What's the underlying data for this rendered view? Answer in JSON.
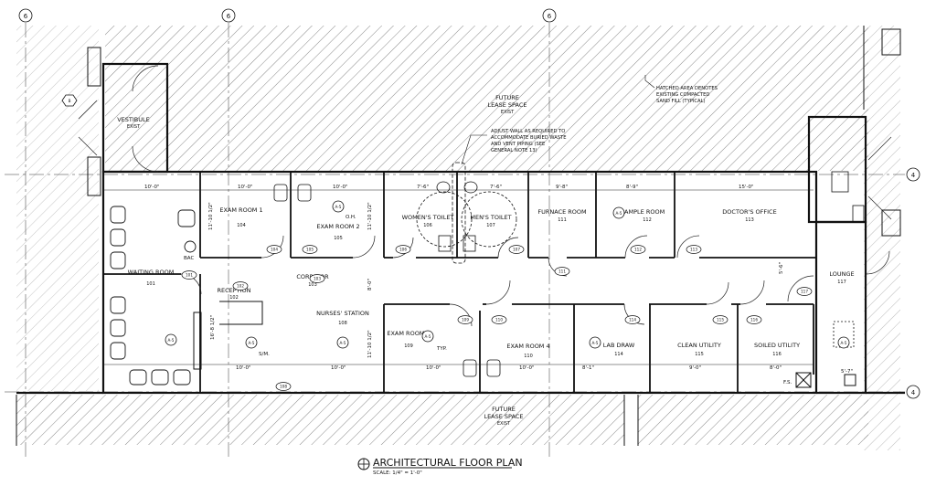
{
  "title": "ARCHITECTURAL FLOOR PLAN",
  "scale": "SCALE: 1/4\" = 1'-0\"",
  "grid": {
    "left": "6",
    "mid": "6",
    "right": "6",
    "row": "4"
  },
  "rooms": {
    "vestibule": {
      "label": "VESTIBULE",
      "num": "EXIST"
    },
    "exam1": {
      "label": "EXAM ROOM 1",
      "num": "104"
    },
    "exam2": {
      "label": "EXAM ROOM 2",
      "num": "105"
    },
    "womens": {
      "label": "WOMEN'S TOILET",
      "num": "106"
    },
    "mens": {
      "label": "MEN'S TOILET",
      "num": "107"
    },
    "furnace": {
      "label": "FURNACE ROOM",
      "num": "111"
    },
    "sample": {
      "label": "SAMPLE ROOM",
      "num": "112"
    },
    "doctor": {
      "label": "DOCTOR'S OFFICE",
      "num": "113"
    },
    "waiting": {
      "label": "WAITING ROOM",
      "num": "101"
    },
    "reception": {
      "label": "RECEPTION",
      "num": "102"
    },
    "corridor": {
      "label": "CORRIDOR",
      "num": "103"
    },
    "nurses": {
      "label": "NURSES' STATION",
      "num": "108"
    },
    "exam3": {
      "label": "EXAM ROOM 3",
      "num": "109"
    },
    "exam4": {
      "label": "EXAM ROOM 4",
      "num": "110"
    },
    "lab": {
      "label": "LAB DRAW",
      "num": "114"
    },
    "clean": {
      "label": "CLEAN UTILITY",
      "num": "115"
    },
    "soiled": {
      "label": "SOILED UTILITY",
      "num": "116"
    },
    "lounge": {
      "label": "LOUNGE",
      "num": "117"
    }
  },
  "future_top": {
    "line1": "FUTURE",
    "line2": "LEASE SPACE",
    "num": "EXIST"
  },
  "future_bottom": {
    "line1": "FUTURE",
    "line2": "LEASE SPACE",
    "num": "EXIST"
  },
  "notes": {
    "hatch": [
      "HATCHED AREA DENOTES",
      "EXISTING COMPACTED",
      "SAND FILL (TYPICAL)"
    ],
    "wall": [
      "ADJUST WALL AS REQUIRED TO",
      "ACCOMMODATE BURIED WASTE",
      "AND VENT PIPING (SEE",
      "GENERAL NOTE 13)"
    ]
  },
  "dims": {
    "d1": "10'-0\"",
    "d2": "10'-0\"",
    "d3": "10'-0\"",
    "d4": "7'-6\"",
    "d5": "7'-6\"",
    "d6": "9'-8\"",
    "d7": "8'-9\"",
    "d8": "15'-0\"",
    "d9": "10'-0\"",
    "d10": "10'-0\"",
    "d11": "10'-0\"",
    "d12": "10'-0\"",
    "d13": "8'-1\"",
    "d14": "9'-0\"",
    "d15": "8'-0\"",
    "d16": "5'-7\"",
    "v1": "11'-10 1/2\"",
    "v2": "11'-10 1/2\"",
    "v3": "8'-0\"",
    "v4": "11'-10 1/2\"",
    "v5": "16'-8 1/2\"",
    "v6": "5'-6\""
  },
  "tags": {
    "oh": "O.H.",
    "sm": "S/M.",
    "typ": "TYP.",
    "bac": "BAC",
    "fs": "F.S.",
    "bub_b": "B"
  },
  "section_ref": "A-5",
  "doors": [
    "101",
    "102",
    "103",
    "104",
    "105",
    "106",
    "107",
    "108",
    "109",
    "110",
    "111",
    "112",
    "113",
    "114",
    "115",
    "116",
    "117"
  ]
}
